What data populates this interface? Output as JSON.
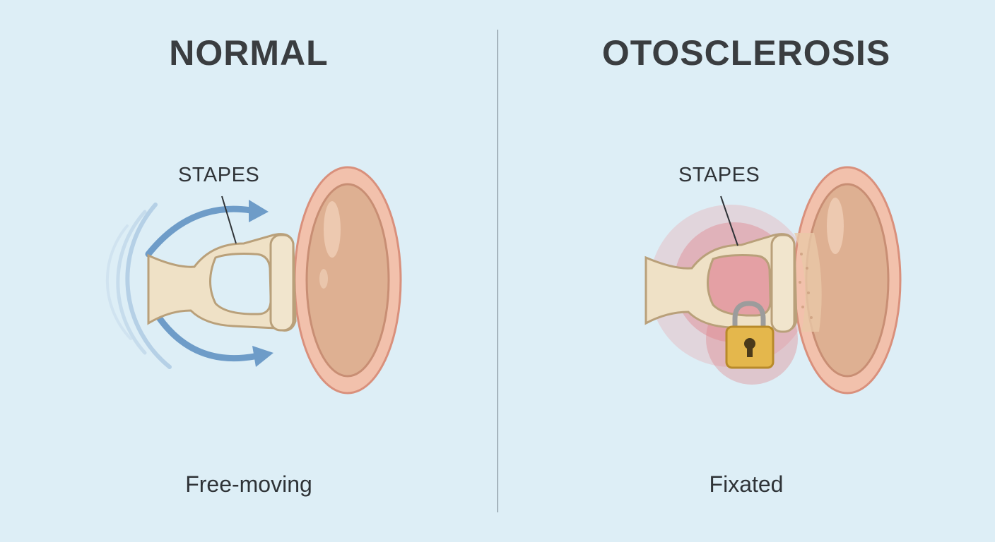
{
  "panels": [
    {
      "title": "NORMAL",
      "label": "STAPES",
      "caption": "Free-moving"
    },
    {
      "title": "OTOSCLEROSIS",
      "label": "STAPES",
      "caption": "Fixated"
    }
  ],
  "colors": {
    "background": "#ddeef6",
    "bone": "#efe1c6",
    "bone_outline": "#b9a07a",
    "window_fill": "#deb092",
    "window_rim": "#f2c1ac",
    "motion_arrows": "#6e9cc8",
    "inflammation": "#e07a80",
    "lock": "#e4b74c"
  },
  "icons": [
    "motion-arrow-icon",
    "padlock-icon"
  ]
}
